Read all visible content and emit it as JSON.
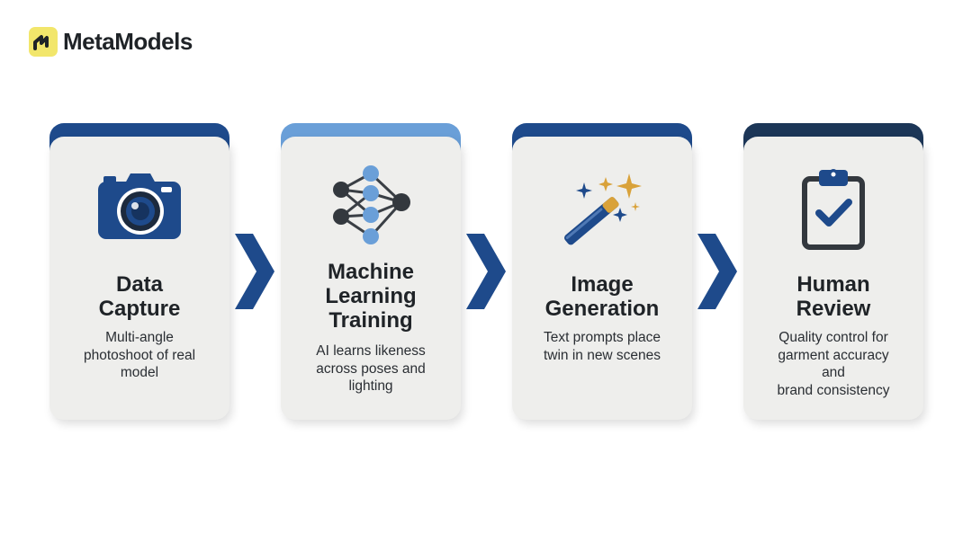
{
  "brand": {
    "name": "MetaModels",
    "logo_icon": "metamodels-logo-icon"
  },
  "colors": {
    "navy": "#1e4a8b",
    "light_blue": "#6a9fd8",
    "dark_navy": "#1c3657",
    "logo_yellow": "#f2e66b",
    "gold": "#d9a23a"
  },
  "steps": [
    {
      "title": "Data\nCapture",
      "description": "Multi-angle\nphotoshoot of real\nmodel",
      "icon": "camera-icon",
      "accent": "#1e4a8b"
    },
    {
      "title": "Machine\nLearning\nTraining",
      "description": "AI learns likeness\nacross poses and\nlighting",
      "icon": "neural-network-icon",
      "accent": "#6a9fd8"
    },
    {
      "title": "Image\nGeneration",
      "description": "Text prompts place\ntwin in new scenes",
      "icon": "magic-wand-icon",
      "accent": "#1e4a8b"
    },
    {
      "title": "Human\nReview",
      "description": "Quality control for\ngarment accuracy and\nbrand consistency",
      "icon": "clipboard-check-icon",
      "accent": "#1c3657"
    }
  ],
  "connector_icon": "chevron-right-icon"
}
